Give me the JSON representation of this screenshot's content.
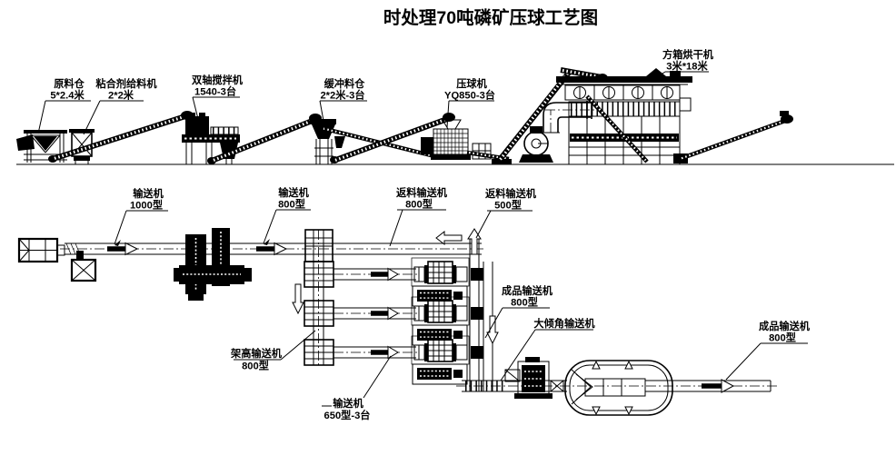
{
  "title": "时处理70吨磷矿压球工艺图",
  "equipment": {
    "raw_bin": {
      "name": "原料仓",
      "spec": "5*2.4米"
    },
    "binder_feeder": {
      "name": "粘合剂给料机",
      "spec": "2*2米"
    },
    "mixer": {
      "name": "双轴搅拌机",
      "spec": "1540-3台"
    },
    "buffer_bin": {
      "name": "缓冲料仓",
      "spec": "2*2米-3台"
    },
    "briquetter": {
      "name": "压球机",
      "spec": "YQ850-3台"
    },
    "dryer": {
      "name": "方箱烘干机",
      "spec": "3米*18米"
    }
  },
  "conveyors": {
    "feed_1000": {
      "name": "输送机",
      "spec": "1000型"
    },
    "feed_800": {
      "name": "输送机",
      "spec": "800型"
    },
    "return_800": {
      "name": "返料输送机",
      "spec": "800型"
    },
    "return_500": {
      "name": "返料输送机",
      "spec": "500型"
    },
    "product_800_mid": {
      "name": "成品输送机",
      "spec": "800型"
    },
    "incline_large": {
      "name": "大倾角输送机"
    },
    "product_800_right": {
      "name": "成品输送机",
      "spec": "800型"
    },
    "elevated_800": {
      "name": "架高输送机",
      "spec": "800型"
    },
    "feed_650": {
      "name": "输送机",
      "spec": "650型-3台"
    }
  }
}
